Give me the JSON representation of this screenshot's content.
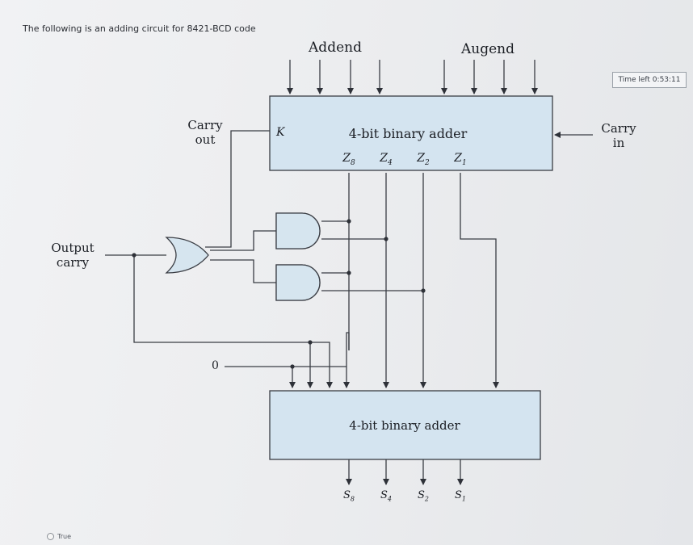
{
  "question": {
    "text": "The following is an adding circuit for  8421-BCD code"
  },
  "timer": {
    "text": "Time left 0:53:11"
  },
  "diagram": {
    "addend_label": "Addend",
    "augend_label": "Augend",
    "upper_adder_label": "4-bit binary adder",
    "lower_adder_label": "4-bit binary adder",
    "carry_out_label_line1": "Carry",
    "carry_out_label_line2": "out",
    "carry_in_label_line1": "Carry",
    "carry_in_label_line2": "in",
    "k_label": "K",
    "output_carry_line1": "Output",
    "output_carry_line2": "carry",
    "zero_label": "0",
    "z_outputs": [
      "Z",
      "Z",
      "Z",
      "Z"
    ],
    "z_subscripts": [
      "8",
      "4",
      "2",
      "1"
    ],
    "s_outputs": [
      "S",
      "S",
      "S",
      "S"
    ],
    "s_subscripts": [
      "8",
      "4",
      "2",
      "1"
    ],
    "box_fill": "#d4e4f0",
    "gate_fill": "#d6e5ef",
    "line_color": "#3a3d44"
  },
  "options": [
    {
      "label": "True"
    }
  ]
}
